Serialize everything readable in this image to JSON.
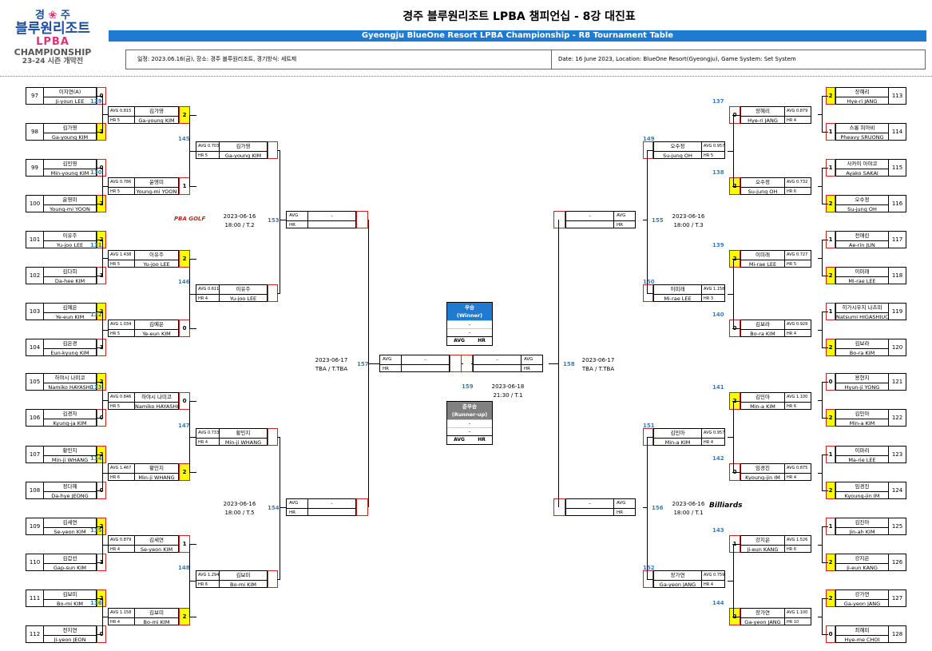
{
  "header": {
    "logo": {
      "line1_left": "경",
      "line1_right": "주",
      "line2": "블루원리조트",
      "line3": "LPBA",
      "line4": "CHAMPIONSHIP",
      "line5": "23-24 시즌 개막전"
    },
    "title_ko": "경주 블루원리조트 LPBA 챔피언십 - 8강 대진표",
    "title_en": "Gyeongju BlueOne Resort LPBA Championship - R8 Tournament Table",
    "info_ko": "일정: 2023.06.16(금), 장소: 경주 블루원리조트, 경기방식: 세트제",
    "info_en": "Date: 16 June 2023, Location: BlueOne Resort(Gyeongju), Game System: Set System"
  },
  "labels": {
    "avg": "AVG",
    "hr": "HR",
    "dash": "-"
  },
  "left_players": [
    {
      "seed": "97",
      "ko": "이지연(A)",
      "en": "Ji-youn LEE",
      "score": "0",
      "win": false
    },
    {
      "seed": "98",
      "ko": "김가영",
      "en": "Ga-young KIM",
      "score": "2",
      "win": true
    },
    {
      "seed": "99",
      "ko": "김민영",
      "en": "Min-young KIM",
      "score": "0",
      "win": false
    },
    {
      "seed": "100",
      "ko": "윤영미",
      "en": "Young-mi YOON",
      "score": "2",
      "win": true
    },
    {
      "seed": "101",
      "ko": "이유주",
      "en": "Yu-joo LEE",
      "score": "2",
      "win": true
    },
    {
      "seed": "102",
      "ko": "김다희",
      "en": "Da-hee KIM",
      "score": "1",
      "win": false
    },
    {
      "seed": "103",
      "ko": "김예은",
      "en": "Ye-eun KIM",
      "score": "2",
      "win": true
    },
    {
      "seed": "104",
      "ko": "김은경",
      "en": "Eun-kyung KIM",
      "score": "1",
      "win": false
    },
    {
      "seed": "105",
      "ko": "하야시 나미코",
      "en": "Namiko HAYASHI",
      "score": "2",
      "win": true
    },
    {
      "seed": "106",
      "ko": "김경자",
      "en": "Kyung-ja KIM",
      "score": "0",
      "win": false
    },
    {
      "seed": "107",
      "ko": "황민지",
      "en": "Min-ji WHANG",
      "score": "2",
      "win": true
    },
    {
      "seed": "108",
      "ko": "정다혜",
      "en": "Da-hye JEONG",
      "score": "0",
      "win": false
    },
    {
      "seed": "109",
      "ko": "김세연",
      "en": "Se-yeon KIM",
      "score": "2",
      "win": true
    },
    {
      "seed": "110",
      "ko": "김갑선",
      "en": "Gap-sun KIM",
      "score": "1",
      "win": false
    },
    {
      "seed": "111",
      "ko": "김보미",
      "en": "Bo-mi KIM",
      "score": "2",
      "win": true
    },
    {
      "seed": "112",
      "ko": "전지연",
      "en": "Ji-yeon JEON",
      "score": "0",
      "win": false
    }
  ],
  "right_players": [
    {
      "seed": "113",
      "ko": "장혜리",
      "en": "Hye-ri JANG",
      "score": "2",
      "win": true
    },
    {
      "seed": "114",
      "ko": "스롱 피아비",
      "en": "Pheavy SRUONG",
      "score": "1",
      "win": false
    },
    {
      "seed": "115",
      "ko": "사카이 아야코",
      "en": "Ayako SAKAI",
      "score": "1",
      "win": false
    },
    {
      "seed": "116",
      "ko": "오수정",
      "en": "Su-jung OH",
      "score": "2",
      "win": true
    },
    {
      "seed": "117",
      "ko": "전애린",
      "en": "Ae-rin JUN",
      "score": "1",
      "win": false
    },
    {
      "seed": "118",
      "ko": "이미래",
      "en": "Mi-rae LEE",
      "score": "2",
      "win": true
    },
    {
      "seed": "119",
      "ko": "히가시우치 나츠미",
      "en": "Natsumi HIGASHIUCHI",
      "score": "1",
      "win": false
    },
    {
      "seed": "120",
      "ko": "김보라",
      "en": "Bo-ra KIM",
      "score": "2",
      "win": true
    },
    {
      "seed": "121",
      "ko": "용현지",
      "en": "Hyun-ji YONG",
      "score": "0",
      "win": false
    },
    {
      "seed": "122",
      "ko": "김민아",
      "en": "Min-a KIM",
      "score": "2",
      "win": true
    },
    {
      "seed": "123",
      "ko": "이마리",
      "en": "Ma-rie LEE",
      "score": "1",
      "win": false
    },
    {
      "seed": "124",
      "ko": "임경진",
      "en": "Kyoung-jin IM",
      "score": "2",
      "win": true
    },
    {
      "seed": "125",
      "ko": "김진아",
      "en": "Jin-ah KIM",
      "score": "1",
      "win": false
    },
    {
      "seed": "126",
      "ko": "강지은",
      "en": "Ji-eun KANG",
      "score": "2",
      "win": true
    },
    {
      "seed": "127",
      "ko": "강가연",
      "en": "Ga-yeon JANG",
      "score": "2",
      "win": true
    },
    {
      "seed": "128",
      "ko": "최혜미",
      "en": "Hye-me CHOI",
      "score": "0",
      "win": false
    }
  ],
  "left_r16": [
    {
      "match": "129",
      "avg": "AVG 0.815",
      "hr": "HR 5",
      "ko": "김가영",
      "en": "Ga-young KIM",
      "score": "2",
      "win": true
    },
    {
      "match": "130",
      "avg": "AVG 0.786",
      "hr": "HR 5",
      "ko": "윤영미",
      "en": "Young-mi YOON",
      "score": "1",
      "win": false
    },
    {
      "match": "131",
      "avg": "AVG 1.438",
      "hr": "HR 5",
      "ko": "이유주",
      "en": "Yu-joo LEE",
      "score": "2",
      "win": true
    },
    {
      "match": "132",
      "avg": "AVG 1.034",
      "hr": "HR 5",
      "ko": "김예은",
      "en": "Ye-eun KIM",
      "score": "0",
      "win": false
    },
    {
      "match": "133",
      "avg": "AVG 0.846",
      "hr": "HR 5",
      "ko": "하야시 나미코",
      "en": "Namiko HAYASHI",
      "score": "0",
      "win": false
    },
    {
      "match": "134",
      "avg": "AVG 1.467",
      "hr": "HR 6",
      "ko": "황민지",
      "en": "Min-ji WHANG",
      "score": "2",
      "win": true
    },
    {
      "match": "135",
      "avg": "AVG 0.879",
      "hr": "HR 4",
      "ko": "김세연",
      "en": "Se-yeon KIM",
      "score": "1",
      "win": false
    },
    {
      "match": "136",
      "avg": "AVG 1.158",
      "hr": "HR 4",
      "ko": "김보미",
      "en": "Bo-mi KIM",
      "score": "2",
      "win": true
    }
  ],
  "right_r16": [
    {
      "match": "137",
      "avg": "AVG 0.879",
      "hr": "HR 4",
      "ko": "장혜리",
      "en": "Hye-ri JANG",
      "score": "0",
      "win": false
    },
    {
      "match": "138",
      "avg": "AVG 0.732",
      "hr": "HR 6",
      "ko": "오수정",
      "en": "Su-jung OH",
      "score": "2",
      "win": true
    },
    {
      "match": "139",
      "avg": "AVG 0.727",
      "hr": "HR 5",
      "ko": "이미래",
      "en": "Mi-rae LEE",
      "score": "2",
      "win": true
    },
    {
      "match": "140",
      "avg": "AVG 0.929",
      "hr": "HR 4",
      "ko": "김보라",
      "en": "Bo-ra KIM",
      "score": "0",
      "win": false
    },
    {
      "match": "141",
      "avg": "AVG 1.100",
      "hr": "HR 6",
      "ko": "김민아",
      "en": "Min-a KIM",
      "score": "2",
      "win": true
    },
    {
      "match": "142",
      "avg": "AVG 0.875",
      "hr": "HR 4",
      "ko": "임경진",
      "en": "Kyoung-jin IM",
      "score": "0",
      "win": false
    },
    {
      "match": "143",
      "avg": "AVG 1.526",
      "hr": "HR 6",
      "ko": "강지은",
      "en": "Ji-eun KANG",
      "score": "1",
      "win": false
    },
    {
      "match": "144",
      "avg": "AVG 1.100",
      "hr": "HR 10",
      "ko": "장가연",
      "en": "Ga-yeon JANG",
      "score": "2",
      "win": true
    }
  ],
  "left_qf": [
    {
      "match": "145",
      "avg": "AVG 0.703",
      "hr": "HR 5",
      "ko": "김가영",
      "en": "Ga-young KIM"
    },
    {
      "match": "146",
      "avg": "AVG 0.611",
      "hr": "HR 4",
      "ko": "이유주",
      "en": "Yu-joo LEE"
    },
    {
      "match": "147",
      "avg": "AVG 0.733",
      "hr": "HR 4",
      "ko": "황민지",
      "en": "Min-ji WHANG"
    },
    {
      "match": "148",
      "avg": "AVG 1.294",
      "hr": "HR 6",
      "ko": "김보미",
      "en": "Bo-mi KIM"
    }
  ],
  "right_qf": [
    {
      "match": "149",
      "avg": "AVG 0.957",
      "hr": "HR 5",
      "ko": "오수정",
      "en": "Su-jung OH"
    },
    {
      "match": "150",
      "avg": "AVG 1.158",
      "hr": "HR 3",
      "ko": "이미래",
      "en": "Mi-rae LEE"
    },
    {
      "match": "151",
      "avg": "AVG 0.957",
      "hr": "HR 4",
      "ko": "김민아",
      "en": "Min-a KIM"
    },
    {
      "match": "152",
      "avg": "AVG 0.759",
      "hr": "HR 4",
      "ko": "장가연",
      "en": "Ga-yeon JANG"
    }
  ],
  "semis": {
    "m153": {
      "match": "153",
      "date": "2023-06-16",
      "time": "18:00 / T.2"
    },
    "m154": {
      "match": "154",
      "date": "2023-06-16",
      "time": "18:00 / T.5"
    },
    "m155": {
      "match": "155",
      "date": "2023-06-16",
      "time": "18:00 / T.3"
    },
    "m156": {
      "match": "156",
      "date": "2023-06-16",
      "time": "18:00 / T.1"
    }
  },
  "finals": {
    "m157": {
      "match": "157",
      "date": "2023-06-17",
      "time": "TBA / T.TBA"
    },
    "m158": {
      "match": "158",
      "date": "2023-06-17",
      "time": "TBA / T.TBA"
    },
    "m159": {
      "match": "159",
      "date": "2023-06-18",
      "time": "21:30 / T.1"
    }
  },
  "winner_box": {
    "title": "우승",
    "sub": "(Winner)",
    "row1": "-",
    "row2": "-",
    "avg": "AVG",
    "hr": "HR",
    "color": "#1f7ad0"
  },
  "runner_box": {
    "title": "준우승",
    "sub": "(Runner-up)",
    "row1": "-",
    "row2": "-",
    "avg": "AVG",
    "hr": "HR",
    "color": "#808080"
  },
  "sponsors": {
    "left": "PBA GOLF",
    "right": "Billiards"
  }
}
